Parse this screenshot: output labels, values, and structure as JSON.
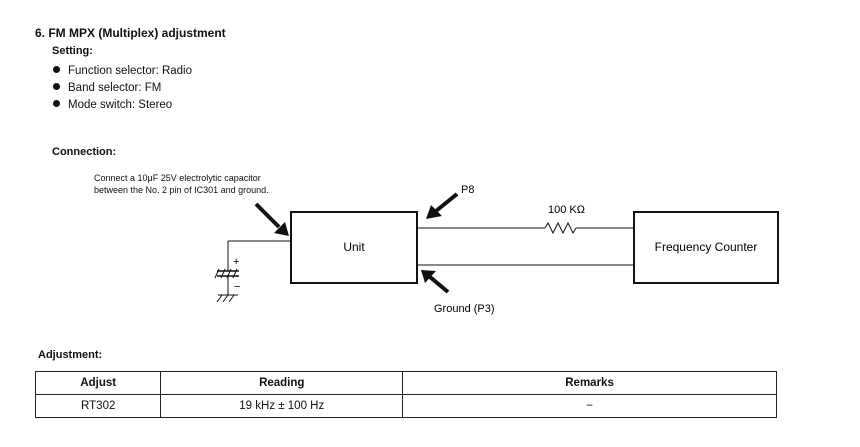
{
  "title": "6. FM MPX (Multiplex) adjustment",
  "setting": {
    "heading": "Setting:",
    "items": [
      "Function selector: Radio",
      "Band selector: FM",
      "Mode switch: Stereo"
    ]
  },
  "connection": {
    "heading": "Connection:",
    "note": "Connect a 10μF 25V electrolytic capacitor between the No. 2 pin of IC301 and ground.",
    "labels": {
      "unit": "Unit",
      "frequency_counter": "Frequency Counter",
      "resistor": "100 KΩ",
      "p8": "P8",
      "ground": "Ground (P3)",
      "plus": "+",
      "minus": "−"
    }
  },
  "adjustment": {
    "heading": "Adjustment:",
    "headers": [
      "Adjust",
      "Reading",
      "Remarks"
    ],
    "rows": [
      [
        "RT302",
        "19 kHz ± 100 Hz",
        "−"
      ]
    ]
  }
}
